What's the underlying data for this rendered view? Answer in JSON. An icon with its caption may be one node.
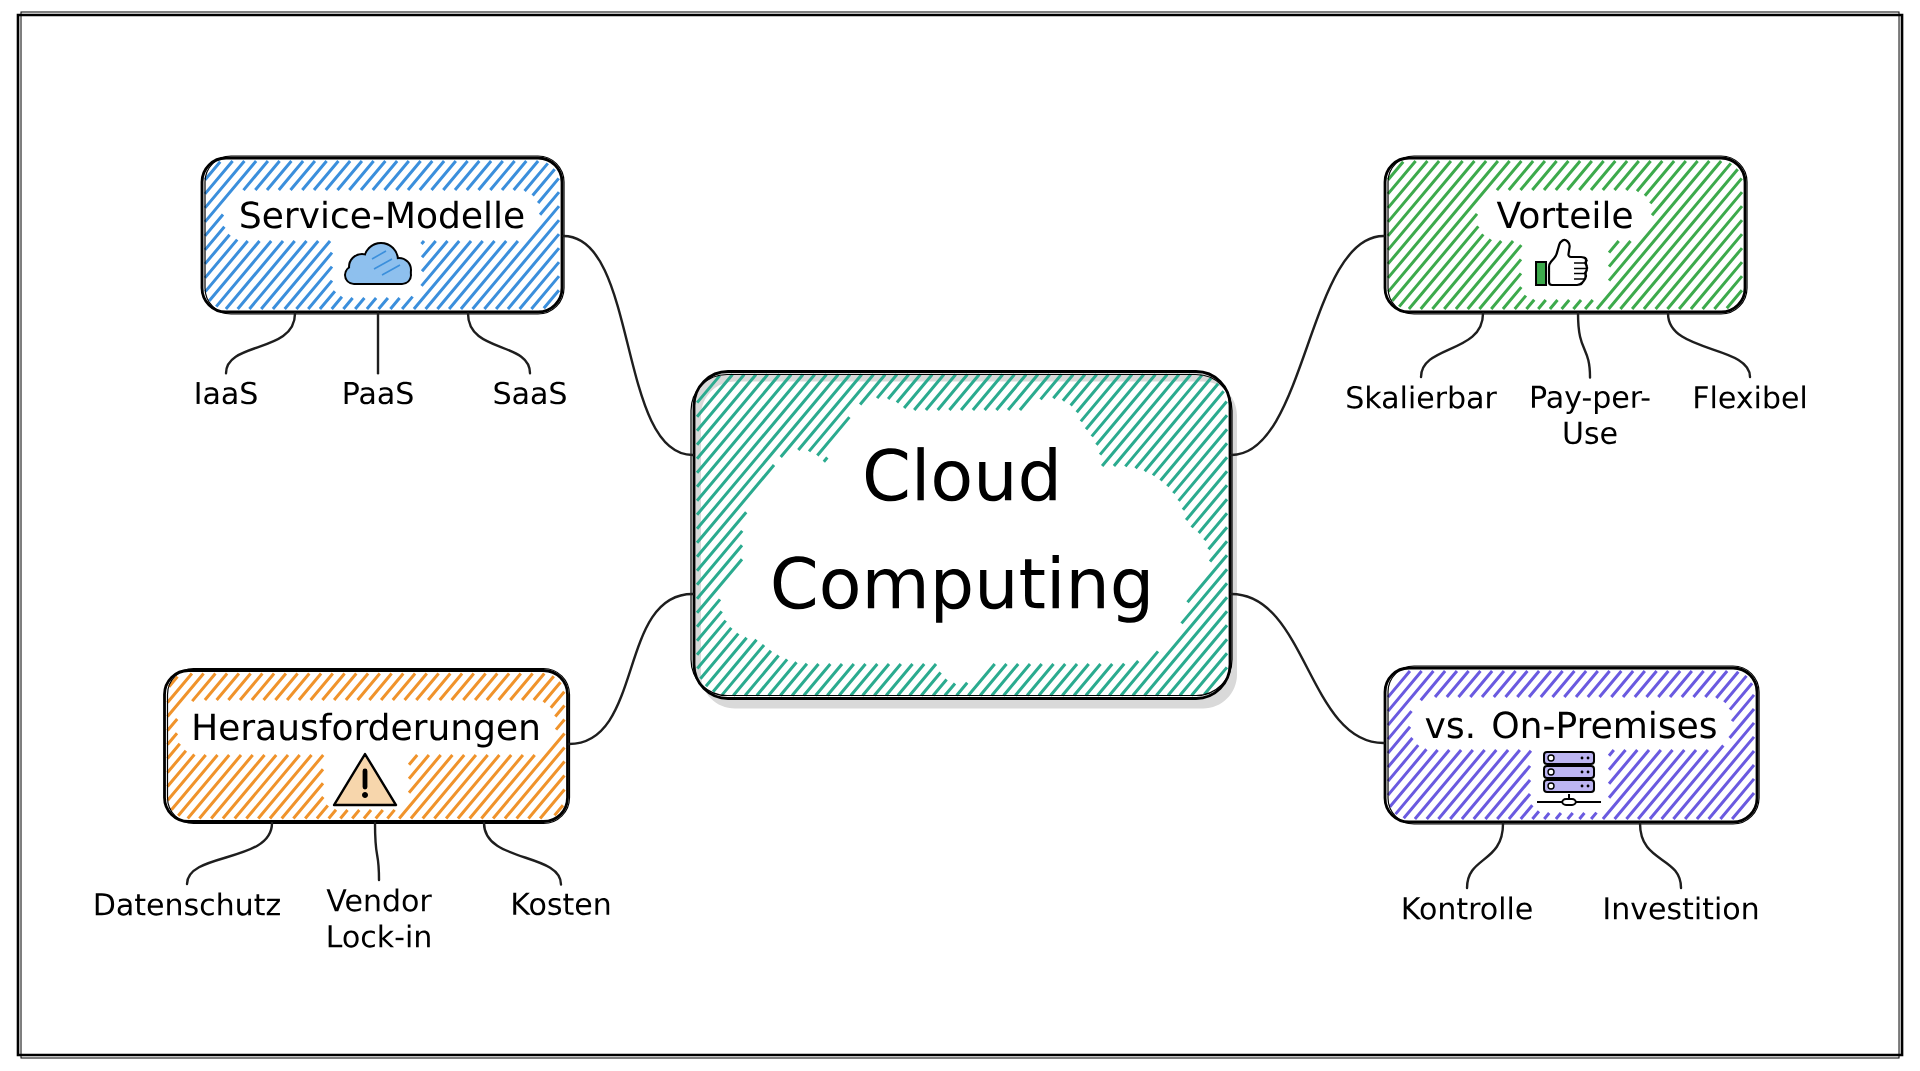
{
  "diagram": {
    "nodes": [
      {
        "text": [
          "Cloud Computing"
        ]
      },
      {
        "text": [
          "Service-Modelle"
        ]
      },
      {
        "text": [
          "IaaS"
        ]
      },
      {
        "text": [
          "PaaS"
        ]
      },
      {
        "text": [
          "SaaS"
        ]
      },
      {
        "text": [
          "Vorteile"
        ]
      },
      {
        "text": [
          "Skalierbar"
        ]
      },
      {
        "text": [
          "Pay-per-Use"
        ]
      },
      {
        "text": [
          "Flexibel"
        ]
      },
      {
        "text": [
          "Herausforderungen"
        ]
      },
      {
        "text": [
          "Datenschutz"
        ]
      },
      {
        "text": [
          "Vendor Lock-in"
        ]
      },
      {
        "text": [
          "Kosten"
        ]
      },
      {
        "text": [
          "vs. On-Premises"
        ]
      },
      {
        "text": [
          "Kontrolle"
        ]
      },
      {
        "text": [
          "Investition"
        ]
      }
    ],
    "edges": [
      {
        "from": 0,
        "to": 1,
        "arrow": "none"
      },
      {
        "from": 0,
        "to": 5,
        "arrow": "none"
      },
      {
        "from": 0,
        "to": 9,
        "arrow": "none"
      },
      {
        "from": 0,
        "to": 13,
        "arrow": "none"
      },
      {
        "from": 1,
        "to": 2,
        "arrow": "none"
      },
      {
        "from": 1,
        "to": 3,
        "arrow": "none"
      },
      {
        "from": 1,
        "to": 4,
        "arrow": "none"
      },
      {
        "from": 5,
        "to": 6,
        "arrow": "none"
      },
      {
        "from": 5,
        "to": 7,
        "arrow": "none"
      },
      {
        "from": 5,
        "to": 8,
        "arrow": "none"
      },
      {
        "from": 9,
        "to": 10,
        "arrow": "none"
      },
      {
        "from": 9,
        "to": 11,
        "arrow": "none"
      },
      {
        "from": 9,
        "to": 12,
        "arrow": "none"
      },
      {
        "from": 13,
        "to": 14,
        "arrow": "none"
      },
      {
        "from": 13,
        "to": 15,
        "arrow": "none"
      }
    ]
  }
}
